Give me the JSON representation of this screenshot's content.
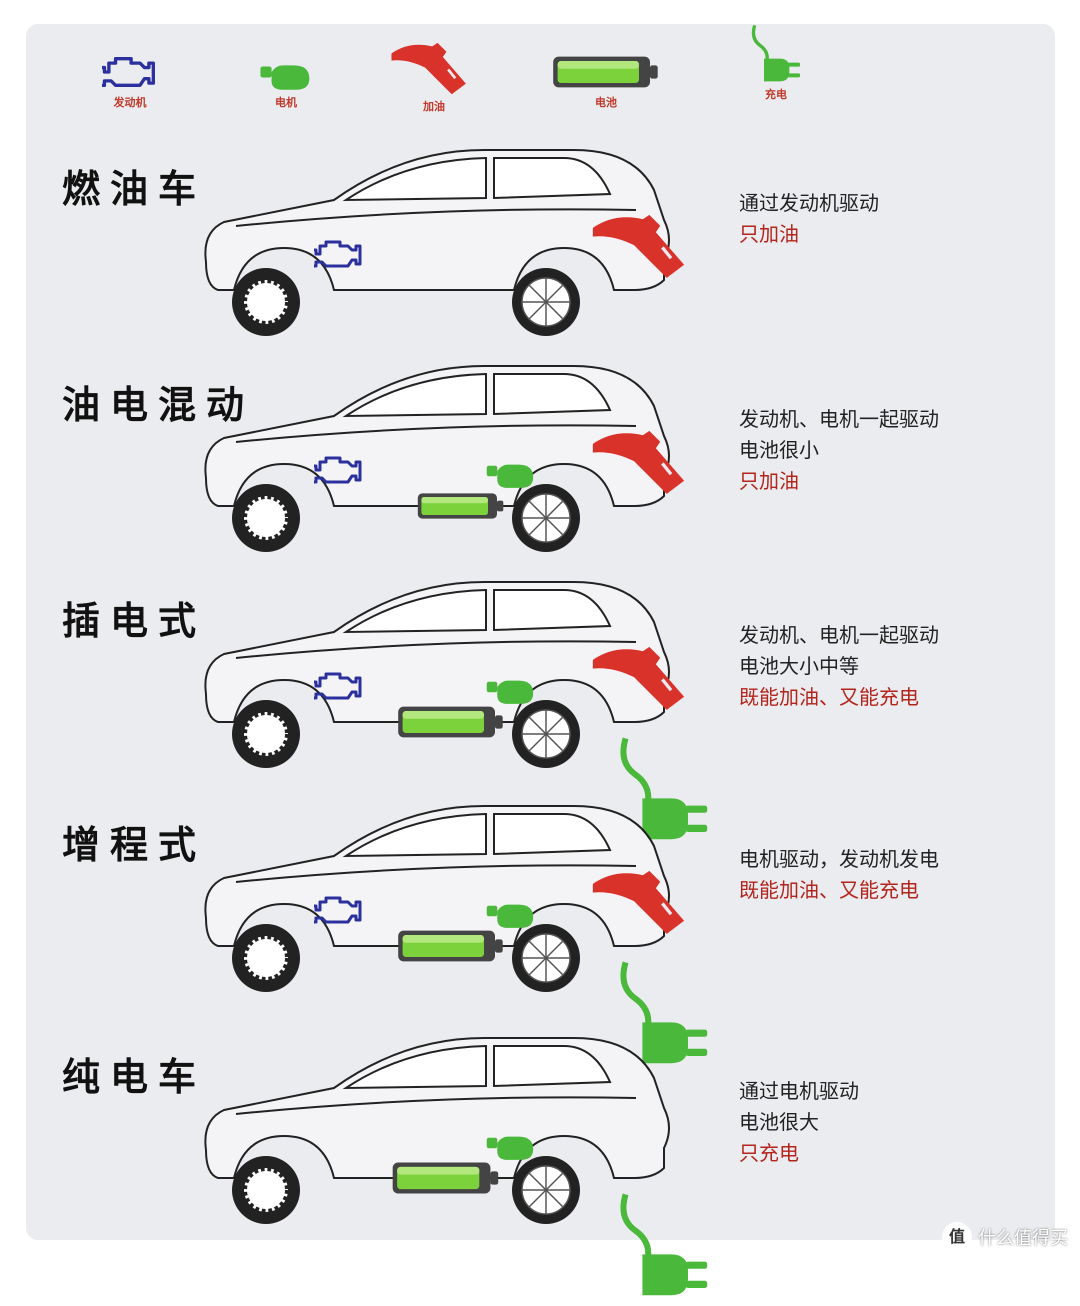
{
  "legend": [
    {
      "icon": "engine-icon",
      "label": "发动机"
    },
    {
      "icon": "motor-icon",
      "label": "电机"
    },
    {
      "icon": "fuel-nozzle-icon",
      "label": "加油"
    },
    {
      "icon": "battery-icon",
      "label": "电池"
    },
    {
      "icon": "charging-plug-icon",
      "label": "充电"
    }
  ],
  "colors": {
    "engine": "#2c2f9e",
    "motor": "#4ab83a",
    "fuel": "#d9322a",
    "battery": "#7bd23a",
    "charge": "#4ab83a",
    "note": "#b3241b"
  },
  "vehicles": [
    {
      "title": "燃油车",
      "lines": [
        "通过发动机驱动"
      ],
      "highlight": [
        "只加油"
      ],
      "engine": true,
      "motor": false,
      "battery": 0,
      "fuel": true,
      "charge": false
    },
    {
      "title": "油电混动",
      "lines": [
        "发动机、电机一起驱动",
        "电池很小"
      ],
      "highlight": [
        "只加油"
      ],
      "engine": true,
      "motor": true,
      "battery": 1,
      "fuel": true,
      "charge": false
    },
    {
      "title": "插电式",
      "lines": [
        "发动机、电机一起驱动",
        "电池大小中等"
      ],
      "highlight": [
        "既能加油、又能充电"
      ],
      "engine": true,
      "motor": true,
      "battery": 2,
      "fuel": true,
      "charge": true
    },
    {
      "title": "增程式",
      "lines": [
        "电机驱动，发动机发电"
      ],
      "highlight": [
        "既能加油、又能充电"
      ],
      "engine": true,
      "motor": true,
      "battery": 2,
      "fuel": true,
      "charge": true
    },
    {
      "title": "纯电车",
      "lines": [
        "通过电机驱动",
        "电池很大"
      ],
      "highlight": [
        "只充电"
      ],
      "engine": false,
      "motor": true,
      "battery": 3,
      "fuel": false,
      "charge": true
    }
  ],
  "watermark": "什么值得买"
}
